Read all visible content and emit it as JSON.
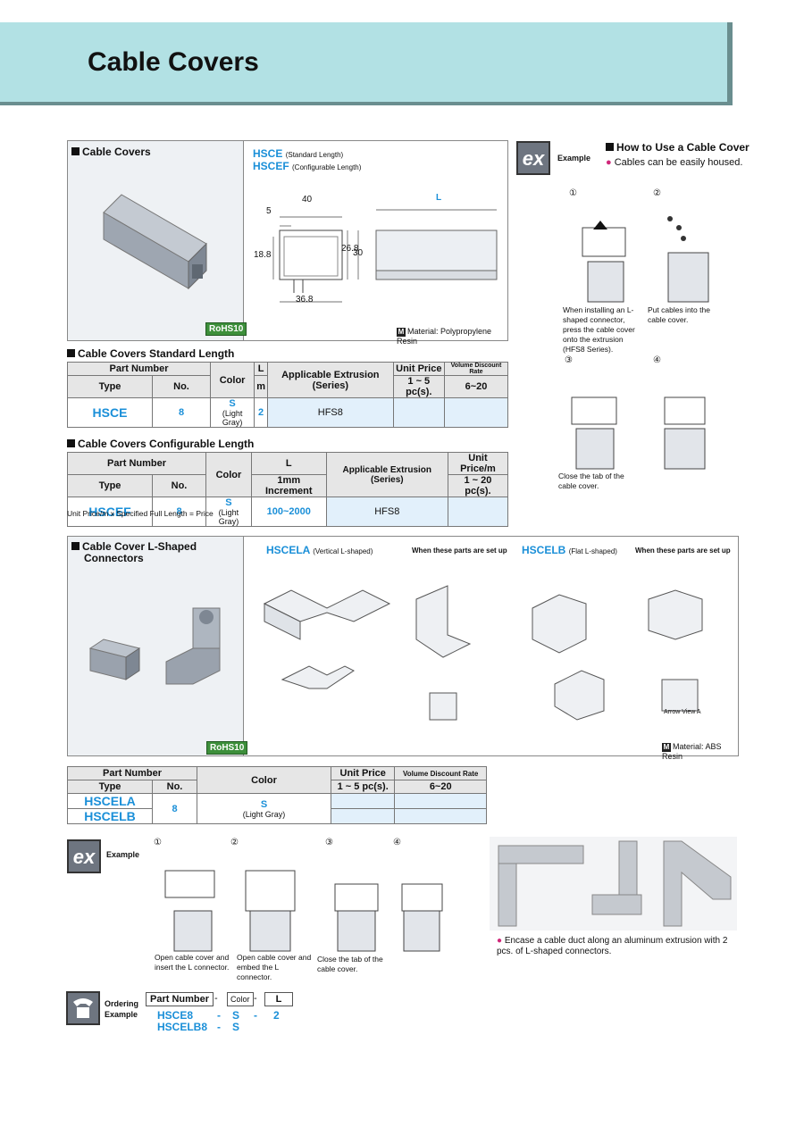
{
  "header": {
    "title": "Cable Covers"
  },
  "product": {
    "section_title": "Cable Covers",
    "type1": "HSCE",
    "type1_note": "(Standard Length)",
    "type2": "HSCEF",
    "type2_note": "(Configurable Length)",
    "dims": {
      "d40": "40",
      "d5": "5",
      "d18_8": "18.8",
      "d26_8": "26.8",
      "d30": "30",
      "d36_8": "36.8",
      "L": "L"
    },
    "rohs": "RoHS10",
    "material": "Material: Polypropylene Resin"
  },
  "example1": {
    "ex": "ex",
    "label": "Example",
    "title": "How to Use a Cable Cover",
    "subtitle": "Cables can be easily housed.",
    "steps": [
      {
        "num": "①",
        "caption": "When installing an L-shaped connector, press the cable cover onto the extrusion (HFS8 Series)."
      },
      {
        "num": "②",
        "caption": "Put cables into the cable cover."
      },
      {
        "num": "③",
        "caption": "Close the tab of the cable cover."
      },
      {
        "num": "④",
        "caption": ""
      }
    ]
  },
  "std_table": {
    "title": "Cable Covers Standard Length",
    "h_part": "Part Number",
    "h_type": "Type",
    "h_no": "No.",
    "h_color": "Color",
    "h_l": "L",
    "h_l_unit": "m",
    "h_ext": "Applicable Extrusion (Series)",
    "h_price": "Unit Price",
    "h_price_range": "1 ~ 5 pc(s).",
    "h_vol": "Volume Discount Rate",
    "h_vol_range": "6~20",
    "row": {
      "type": "HSCE",
      "no": "8",
      "color": "S",
      "color_note": "(Light Gray)",
      "l": "2",
      "ext": "HFS8"
    }
  },
  "cfg_table": {
    "title": "Cable Covers Configurable Length",
    "h_part": "Part Number",
    "h_type": "Type",
    "h_no": "No.",
    "h_color": "Color",
    "h_l": "L",
    "h_l_unit": "1mm Increment",
    "h_ext": "Applicable Extrusion (Series)",
    "h_price": "Unit Price/m",
    "h_price_range": "1 ~ 20 pc(s).",
    "row": {
      "type": "HSCEF",
      "no": "8",
      "color": "S",
      "color_note": "(Light Gray)",
      "l": "100~2000",
      "ext": "HFS8"
    },
    "note": "Unit Price/m x Specified Full Length = Price"
  },
  "connectors": {
    "section_title_1": "Cable Cover L-Shaped",
    "section_title_2": "Connectors",
    "typeA": "HSCELA",
    "typeA_note": "(Vertical L-shaped)",
    "typeB": "HSCELB",
    "typeB_note": "(Flat L-shaped)",
    "setup": "When these parts are set up",
    "arrow_view": "Arrow View A",
    "rohs": "RoHS10",
    "material": "Material: ABS Resin"
  },
  "conn_table": {
    "h_part": "Part Number",
    "h_type": "Type",
    "h_no": "No.",
    "h_color": "Color",
    "h_price": "Unit Price",
    "h_price_range": "1 ~ 5 pc(s).",
    "h_vol": "Volume Discount Rate",
    "h_vol_range": "6~20",
    "typeA": "HSCELA",
    "typeB": "HSCELB",
    "no": "8",
    "color": "S",
    "color_note": "(Light Gray)"
  },
  "example2": {
    "ex": "ex",
    "label": "Example",
    "steps": [
      {
        "num": "①",
        "caption": "Open cable cover and insert the L connector."
      },
      {
        "num": "②",
        "caption": "Open cable cover and embed the L connector."
      },
      {
        "num": "③",
        "caption": "Close the tab of the cable cover."
      },
      {
        "num": "④",
        "caption": ""
      }
    ],
    "photo_caption": "Encase a cable duct along an aluminum extrusion with 2 pcs. of L-shaped connectors."
  },
  "ordering": {
    "label1": "Ordering",
    "label2": "Example",
    "h_part": "Part Number",
    "h_color": "Color",
    "h_l": "L",
    "dash": "-",
    "row1": {
      "part": "HSCE8",
      "color": "S",
      "l": "2"
    },
    "row2": {
      "part": "HSCELB8",
      "color": "S"
    }
  }
}
